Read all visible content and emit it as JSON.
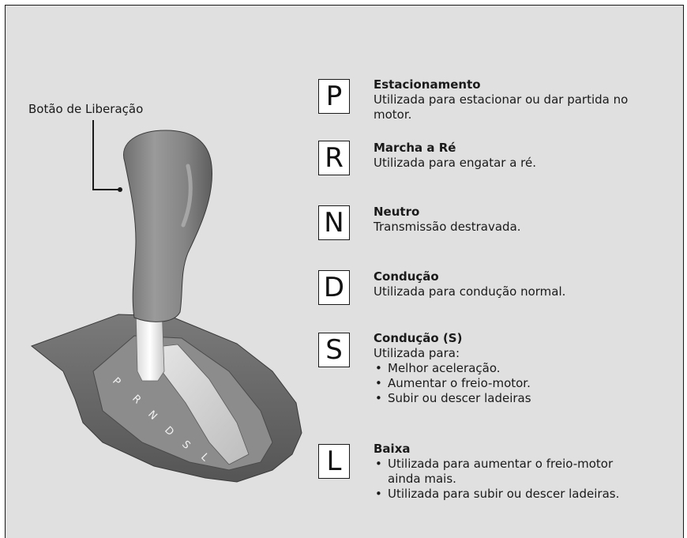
{
  "callout": {
    "label": "Botão de Liberação"
  },
  "gate_letters": [
    "P",
    "R",
    "N",
    "D",
    "S",
    "L"
  ],
  "gears": [
    {
      "letter": "P",
      "title": "Estacionamento",
      "desc": "Utilizada para estacionar ou dar partida no motor.",
      "bullets": []
    },
    {
      "letter": "R",
      "title": "Marcha a Ré",
      "desc": "Utilizada para engatar a ré.",
      "bullets": []
    },
    {
      "letter": "N",
      "title": "Neutro",
      "desc": "Transmissão destravada.",
      "bullets": []
    },
    {
      "letter": "D",
      "title": "Condução",
      "desc": "Utilizada para condução normal.",
      "bullets": []
    },
    {
      "letter": "S",
      "title": "Condução (S)",
      "desc": "Utilizada para:",
      "bullets": [
        "Melhor aceleração.",
        "Aumentar o freio-motor.",
        "Subir ou descer ladeiras"
      ]
    },
    {
      "letter": "L",
      "title": "Baixa",
      "desc": "",
      "bullets": [
        "Utilizada para aumentar o freio-motor ainda mais.",
        "Utilizada para subir ou descer ladeiras."
      ]
    }
  ],
  "colors": {
    "background": "#e0e0e0",
    "knob": "#8a8a8a",
    "base": "#6f6f6f"
  }
}
